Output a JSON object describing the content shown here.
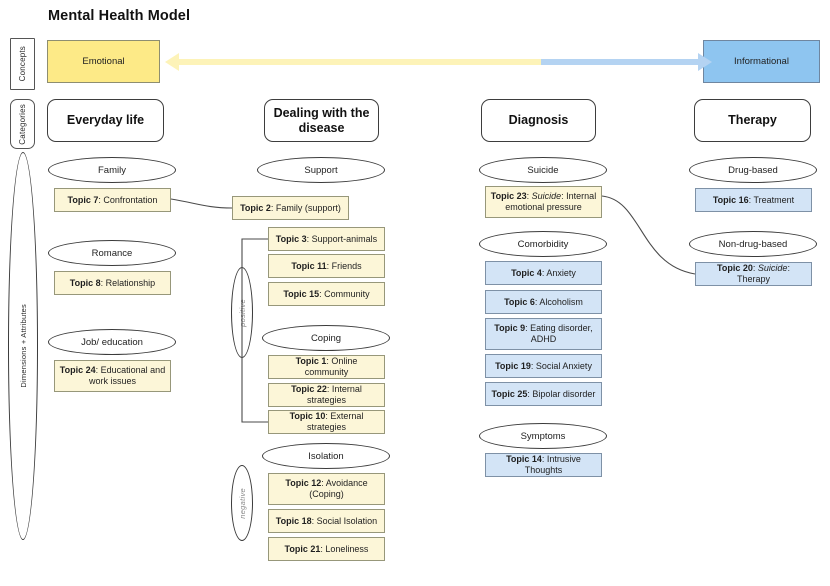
{
  "title": "Mental Health Model",
  "rails": [
    {
      "name": "concepts",
      "label": "Concepts"
    },
    {
      "name": "categories",
      "label": "Categories"
    },
    {
      "name": "dimensions",
      "label": "Dimensions + Attributes"
    }
  ],
  "concepts": {
    "left": {
      "label": "Emotional",
      "color": "#fdea87"
    },
    "right": {
      "label": "Informational",
      "color": "#8ec5f0"
    }
  },
  "arrow": {
    "left_color": "#fdf3b8",
    "right_color": "#b4d3f2",
    "direction": "bidirectional"
  },
  "polarity": {
    "positive": "positive",
    "negative": "negative"
  },
  "columns": [
    {
      "name": "everyday-life",
      "header": "Everyday life",
      "groups": [
        {
          "dimension": "Family",
          "topics": [
            {
              "num": "Topic 7",
              "text": ": Confrontation",
              "color": "yellow"
            }
          ]
        },
        {
          "dimension": "Romance",
          "topics": [
            {
              "num": "Topic 8",
              "text": ": Relationship",
              "color": "yellow"
            }
          ]
        },
        {
          "dimension": "Job/ education",
          "topics": [
            {
              "num": "Topic 24",
              "text": ": Educational and work issues",
              "color": "yellow"
            }
          ]
        }
      ]
    },
    {
      "name": "dealing-with-the-disease",
      "header": "Dealing with the disease",
      "groups": [
        {
          "dimension": "Support",
          "topics": [
            {
              "num": "Topic 2",
              "text": ": Family (support)",
              "color": "yellow"
            },
            {
              "num": "Topic 3",
              "text": ": Support-animals",
              "color": "yellow"
            },
            {
              "num": "Topic 11",
              "text": ": Friends",
              "color": "yellow"
            },
            {
              "num": "Topic 15",
              "text": ": Community",
              "color": "yellow"
            }
          ]
        },
        {
          "dimension": "Coping",
          "topics": [
            {
              "num": "Topic 1",
              "text": ": Online community",
              "color": "yellow"
            },
            {
              "num": "Topic 22",
              "text": ": Internal strategies",
              "color": "yellow"
            },
            {
              "num": "Topic 10",
              "text": ": External strategies",
              "color": "yellow"
            }
          ]
        },
        {
          "dimension": "Isolation",
          "topics": [
            {
              "num": "Topic 12",
              "text": ": Avoidance (Coping)",
              "color": "yellow"
            },
            {
              "num": "Topic 18",
              "text": ": Social Isolation",
              "color": "yellow"
            },
            {
              "num": "Topic 21",
              "text": ": Loneliness",
              "color": "yellow"
            }
          ]
        }
      ]
    },
    {
      "name": "diagnosis",
      "header": "Diagnosis",
      "groups": [
        {
          "dimension": "Suicide",
          "topics": [
            {
              "num": "Topic 23",
              "text": ": Suicide: Internal emotional pressure",
              "italic": "Suicide",
              "color": "yellow"
            }
          ]
        },
        {
          "dimension": "Comorbidity",
          "topics": [
            {
              "num": "Topic 4",
              "text": ": Anxiety",
              "color": "blue"
            },
            {
              "num": "Topic 6",
              "text": ": Alcoholism",
              "color": "blue"
            },
            {
              "num": "Topic 9",
              "text": ": Eating disorder, ADHD",
              "color": "blue"
            },
            {
              "num": "Topic 19",
              "text": ": Social Anxiety",
              "color": "blue"
            },
            {
              "num": "Topic 25",
              "text": ": Bipolar disorder",
              "color": "blue"
            }
          ]
        },
        {
          "dimension": "Symptoms",
          "topics": [
            {
              "num": "Topic 14",
              "text": ": Intrusive Thoughts",
              "color": "blue"
            }
          ]
        }
      ]
    },
    {
      "name": "therapy",
      "header": "Therapy",
      "groups": [
        {
          "dimension": "Drug-based",
          "topics": [
            {
              "num": "Topic 16",
              "text": ": Treatment",
              "color": "blue"
            }
          ]
        },
        {
          "dimension": "Non-drug-based",
          "topics": [
            {
              "num": "Topic 20",
              "text": ": Suicide: Therapy",
              "italic": "Suicide",
              "color": "blue"
            }
          ]
        }
      ]
    }
  ],
  "nodes": {
    "t7": {
      "label": "Topic 7: Confrontation"
    },
    "t8": {
      "label": "Topic 8: Relationship"
    },
    "t24": {
      "label": "Topic 24: Educational and work issues"
    },
    "t2": {
      "label": "Topic 2: Family (support)"
    },
    "t3": {
      "label": "Topic 3: Support-animals"
    },
    "t11": {
      "label": "Topic 11: Friends"
    },
    "t15": {
      "label": "Topic 15: Community"
    },
    "t1": {
      "label": "Topic 1: Online community"
    },
    "t22": {
      "label": "Topic 22: Internal strategies"
    },
    "t10": {
      "label": "Topic 10: External strategies"
    },
    "t12": {
      "label": "Topic 12: Avoidance (Coping)"
    },
    "t18": {
      "label": "Topic 18: Social Isolation"
    },
    "t21": {
      "label": "Topic 21: Loneliness"
    },
    "t23": {
      "label": "Topic 23: Suicide: Internal emotional pressure"
    },
    "t4": {
      "label": "Topic 4: Anxiety"
    },
    "t6": {
      "label": "Topic 6: Alcoholism"
    },
    "t9": {
      "label": "Topic 9: Eating disorder, ADHD"
    },
    "t19": {
      "label": "Topic 19: Social Anxiety"
    },
    "t25": {
      "label": "Topic 25: Bipolar disorder"
    },
    "t14": {
      "label": "Topic 14: Intrusive Thoughts"
    },
    "t16": {
      "label": "Topic 16: Treatment"
    },
    "t20": {
      "label": "Topic 20: Suicide: Therapy"
    }
  }
}
